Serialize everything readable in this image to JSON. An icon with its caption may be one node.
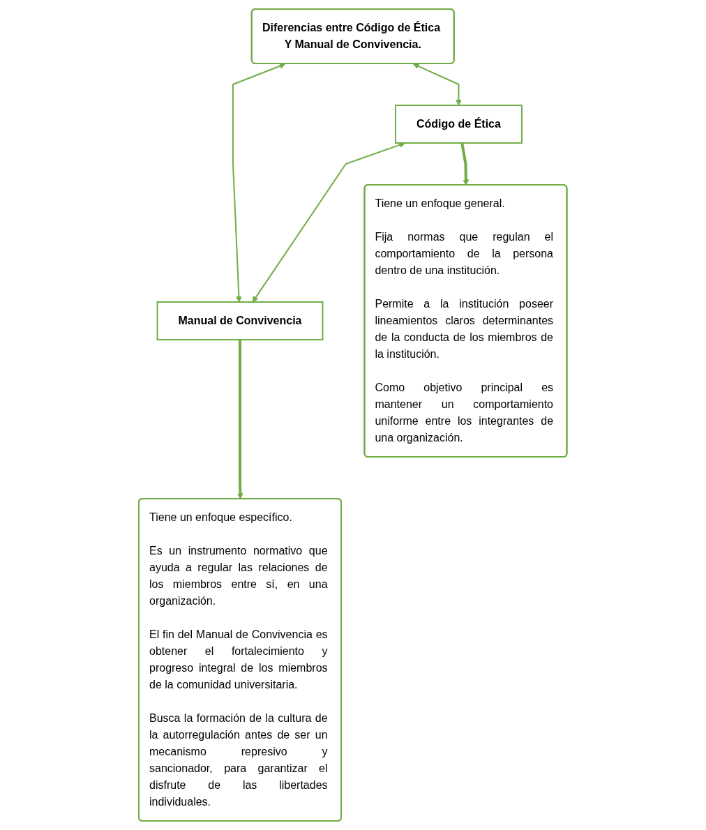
{
  "diagram": {
    "nodes": [
      {
        "text": [
          "Diferencias entre Código de Ética Y Manual de Convivencia."
        ]
      },
      {
        "text": [
          "Código de Ética"
        ]
      },
      {
        "text": [
          "Manual de Convivencia"
        ]
      },
      {
        "text": [
          "Tiene un enfoque general.",
          "Fija normas que regulan el comportamiento de la persona dentro de una institución.",
          "Permite a la institución poseer lineamientos claros determinantes de la conducta de los miembros de la institución.",
          "Como objetivo principal es mantener un comportamiento uniforme entre los integrantes de una organización."
        ]
      },
      {
        "text": [
          "Tiene un enfoque específico.",
          "Es un instrumento normativo que ayuda a regular las relaciones de los miembros entre sí, en una organización.",
          "El fin del Manual de Convivencia es obtener el fortalecimiento y progreso integral de los miembros de la comunidad universitaria.",
          "Busca la formación de la cultura de la autorregulación antes de ser un mecanismo represivo y sancionador, para garantizar el disfrute de las libertades individuales."
        ]
      }
    ],
    "edges": [
      {
        "from": 1,
        "to": 2,
        "arrow": "both"
      },
      {
        "from": 0,
        "to": 1,
        "arrow": "both"
      },
      {
        "from": 0,
        "to": 2,
        "arrow": "both"
      },
      {
        "from": 1,
        "to": 3,
        "arrow": "to",
        "style": "thick"
      },
      {
        "from": 2,
        "to": 4,
        "arrow": "to",
        "style": "thick"
      }
    ]
  }
}
